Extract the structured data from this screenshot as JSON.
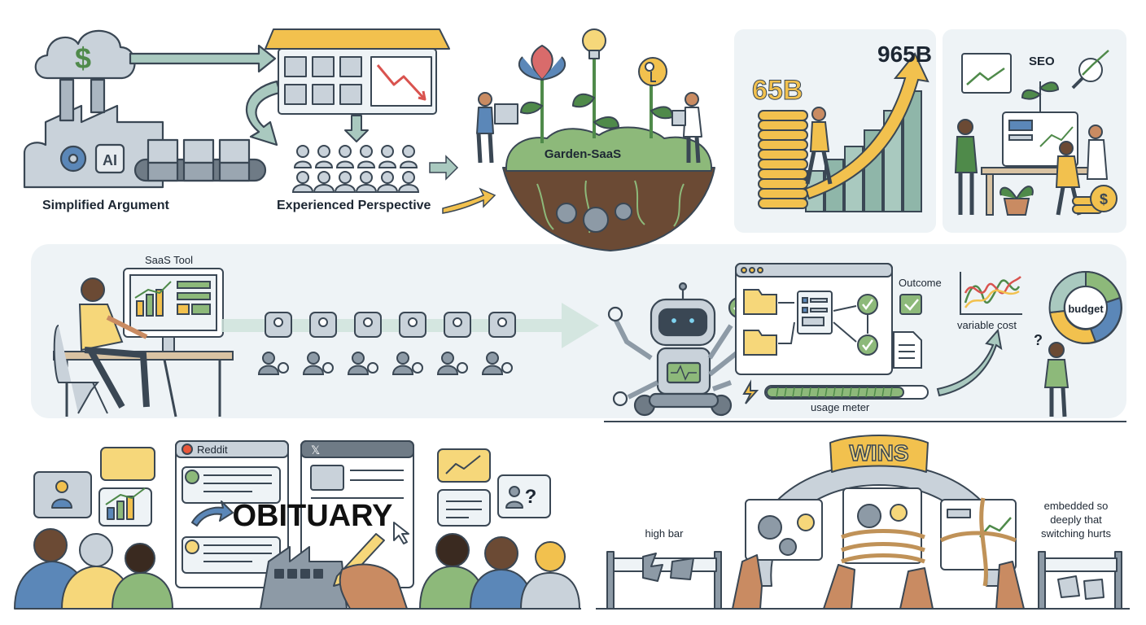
{
  "colors": {
    "panel": "#eef3f6",
    "outline": "#3a4754",
    "gray": "#c9d2da",
    "gray_dark": "#8d9aa6",
    "teal": "#a9c9bf",
    "green": "#8db97a",
    "green_dark": "#4f8a4a",
    "gold": "#f2c14e",
    "gold_light": "#f6d77a",
    "red": "#d9534f",
    "brown": "#6b4a34",
    "skin": "#c98b62"
  },
  "top": {
    "simplified_argument": "Simplified Argument",
    "experienced_perspective": "Experienced Perspective",
    "garden_label": "Garden-SaaS",
    "ai_badge": "AI",
    "cloud_symbol": "$",
    "market_small": "65B",
    "market_large": "965B",
    "seo_label": "SEO"
  },
  "middle": {
    "saas_tool": "SaaS Tool",
    "outcome": "Outcome",
    "variable_cost": "variable cost",
    "budget": "budget",
    "usage_meter": "usage meter",
    "question_mark": "?"
  },
  "bottom": {
    "reddit": "Reddit",
    "x_logo": "𝕏",
    "obituary": "OBITUARY",
    "wins": "WINS",
    "high_bar": "high bar",
    "embedded_line1": "embedded so",
    "embedded_line2": "deeply that",
    "embedded_line3": "switching hurts",
    "question_mark": "?"
  },
  "icons": [
    "dollar-icon",
    "cloud-icon",
    "factory-icon",
    "ai-chip-icon",
    "gear-icon",
    "conveyor-icon",
    "shop-awning-icon",
    "down-trend-icon",
    "people-group-icon",
    "lightbulb-icon",
    "key-icon",
    "flower-icon",
    "coin-stack-icon",
    "growth-arrow-icon",
    "magnifier-icon",
    "computer-icon",
    "robot-icon",
    "folder-icon",
    "checklist-icon",
    "check-icon",
    "document-icon",
    "lightning-icon",
    "line-chart-icon",
    "donut-chart-icon",
    "speech-bubble-icon",
    "reddit-icon",
    "x-icon",
    "pen-icon",
    "cursor-icon",
    "rope-icon",
    "broken-barrier-icon",
    "hands-icon"
  ]
}
